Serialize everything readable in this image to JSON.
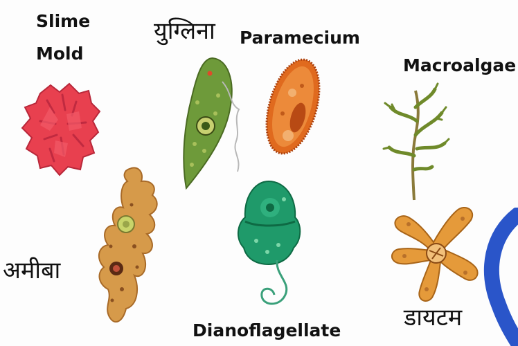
{
  "labels": {
    "slime_mold_line1": "Slime",
    "slime_mold_line2": "Mold",
    "euglena": "युग्लिना",
    "paramecium": "Paramecium",
    "macroalgae": "Macroalgae",
    "amoeba": "अमीबा",
    "dinoflagellate": "Dianoflagellate",
    "diatom": "डायटम"
  },
  "colors": {
    "slime_mold": "#e8404f",
    "euglena": "#6e9a3a",
    "paramecium": "#e06a1e",
    "macroalgae": "#6f8a2a",
    "amoeba": "#d69a4a",
    "dinoflagellate": "#1f9a6a",
    "diatom": "#e59a3a",
    "watermark": "#2a55c9"
  }
}
